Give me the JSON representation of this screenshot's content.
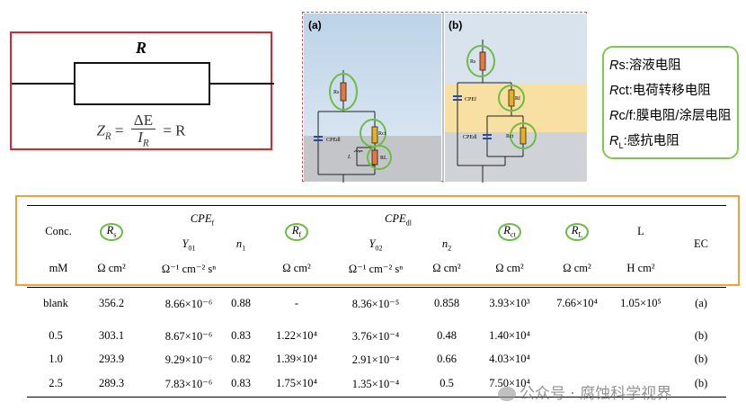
{
  "resistor": {
    "title": "R",
    "formula": {
      "z": "Z",
      "zsub": "R",
      "num": "ΔE",
      "den": "I",
      "densub": "R",
      "rhs": "= R"
    }
  },
  "figure": {
    "panel_a": "(a)",
    "panel_b": "(b)",
    "a_labels": {
      "rs": "Rs",
      "cpe": "CPEdl",
      "rct": "Rct",
      "l": "L",
      "rl": "RL"
    },
    "b_labels": {
      "rs": "Rs",
      "cpef": "CPEf",
      "rf": "Rf",
      "cped": "CPEdl",
      "rct": "Rct"
    }
  },
  "legend": {
    "items": [
      {
        "sym": "R",
        "sub": "s",
        "text": ":溶液电阻"
      },
      {
        "sym": "R",
        "sub": "ct",
        "text": ":电荷转移电阻"
      },
      {
        "sym": "R",
        "sub": "c/f",
        "text": ":膜电阻/涂层电阻"
      },
      {
        "sym": "R",
        "sub": "L",
        "text": ":感抗电阻"
      }
    ]
  },
  "table": {
    "header": {
      "conc": "Conc.",
      "rs": "R",
      "rs_sub": "s",
      "cpef": "CPE",
      "cpef_sub": "f",
      "y01": "Y",
      "y01_sub": "01",
      "n1": "n",
      "n1_sub": "1",
      "rf": "R",
      "rf_sub": "f",
      "cpedl": "CPE",
      "cpedl_sub": "dl",
      "y02": "Y",
      "y02_sub": "02",
      "n2": "n",
      "n2_sub": "2",
      "rct": "R",
      "rct_sub": "ct",
      "rl": "R",
      "rl_sub": "L",
      "l": "L",
      "ec": "EC"
    },
    "units": {
      "conc": "mM",
      "rs": "Ω cm²",
      "y01": "Ω⁻¹ cm⁻² sⁿ",
      "rf": "Ω cm²",
      "y02": "Ω⁻¹ cm⁻² sⁿ",
      "n2": "Ω cm²",
      "rct": "Ω cm²",
      "rl": "Ω cm²",
      "l": "H cm²"
    },
    "rows": [
      {
        "conc": "blank",
        "rs": "356.2",
        "y01": "8.66×10⁻⁶",
        "n1": "0.88",
        "rf": "-",
        "y02": "8.36×10⁻⁵",
        "n2": "0.858",
        "rct": "3.93×10³",
        "rl": "7.66×10⁴",
        "l": "1.05×10⁵",
        "ec": "(a)"
      },
      {
        "conc": "0.5",
        "rs": "303.1",
        "y01": "8.67×10⁻⁶",
        "n1": "0.83",
        "rf": "1.22×10⁴",
        "y02": "3.76×10⁻⁴",
        "n2": "0.48",
        "rct": "1.40×10⁴",
        "rl": "",
        "l": "",
        "ec": "(b)"
      },
      {
        "conc": "1.0",
        "rs": "293.9",
        "y01": "9.29×10⁻⁶",
        "n1": "0.82",
        "rf": "1.39×10⁴",
        "y02": "2.91×10⁻⁴",
        "n2": "0.66",
        "rct": "4.03×10⁴",
        "rl": "",
        "l": "",
        "ec": "(b)"
      },
      {
        "conc": "2.5",
        "rs": "289.3",
        "y01": "7.83×10⁻⁶",
        "n1": "0.83",
        "rf": "1.75×10⁴",
        "y02": "1.35×10⁻⁴",
        "n2": "0.5",
        "rct": "7.50×10⁴",
        "rl": "",
        "l": "",
        "ec": "(b)"
      }
    ]
  },
  "watermark": "公众号 · 腐蚀科学视界"
}
